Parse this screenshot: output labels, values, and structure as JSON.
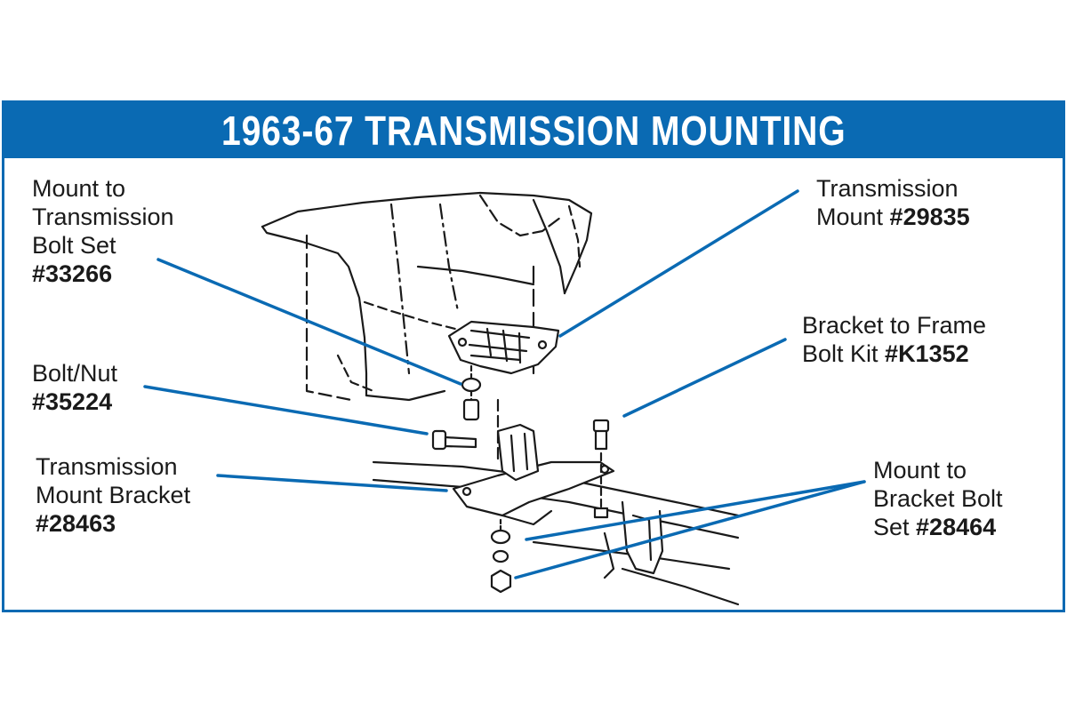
{
  "title": "1963-67 TRANSMISSION MOUNTING",
  "colors": {
    "accent": "#0a6ab3",
    "line": "#1a1a1a",
    "background": "#ffffff"
  },
  "labels": {
    "mount_to_transmission_bolt_set": {
      "lines": [
        "Mount to",
        "Transmission",
        "Bolt Set"
      ],
      "part_number": "#33266"
    },
    "bolt_nut": {
      "lines": [
        "Bolt/Nut"
      ],
      "part_number": "#35224"
    },
    "transmission_mount_bracket": {
      "lines": [
        "Transmission",
        "Mount Bracket"
      ],
      "part_number": "#28463"
    },
    "transmission_mount": {
      "lines": [
        "Transmission"
      ],
      "inline_prefix": "Mount ",
      "part_number": "#29835"
    },
    "bracket_to_frame_bolt_kit": {
      "lines": [
        "Bracket to Frame"
      ],
      "inline_prefix": "Bolt Kit ",
      "part_number": "#K1352"
    },
    "mount_to_bracket_bolt_set": {
      "lines": [
        "Mount to",
        "Bracket Bolt"
      ],
      "inline_prefix": "Set ",
      "part_number": "#28464"
    }
  }
}
